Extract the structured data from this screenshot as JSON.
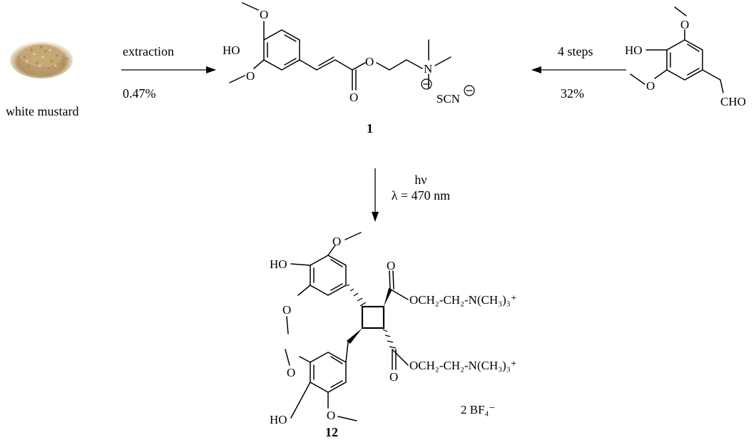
{
  "reaction_top_left": {
    "source_label": "white mustard",
    "reagent_above": "extraction",
    "yield_below": "0.47%"
  },
  "reaction_top_right": {
    "reagent_above": "4 steps",
    "yield_below": "32%"
  },
  "reaction_down": {
    "reagent_line1": "hν",
    "reagent_line2": "λ = 470 nm"
  },
  "compound_1": {
    "number": "1",
    "atoms": {
      "ho": "HO",
      "o_ester": "O",
      "o_carbonyl": "O",
      "n": "N",
      "counterion": "SCN"
    }
  },
  "aldehyde": {
    "atoms": {
      "ho": "HO",
      "cho": "CHO"
    }
  },
  "compound_12": {
    "number": "12",
    "atoms": {
      "ho_top": "HO",
      "ho_bottom": "HO",
      "o": "O",
      "ester_1": "OCH₂-CH₂-N(CH₃)₃⁺",
      "ester_2": "OCH₂-CH₂-N(CH₃)₃⁺",
      "counterion": "2 BF₄⁻"
    }
  },
  "colors": {
    "seed_dark": "#a7895c",
    "seed_light": "#dcc9a1",
    "ink": "#000000"
  }
}
